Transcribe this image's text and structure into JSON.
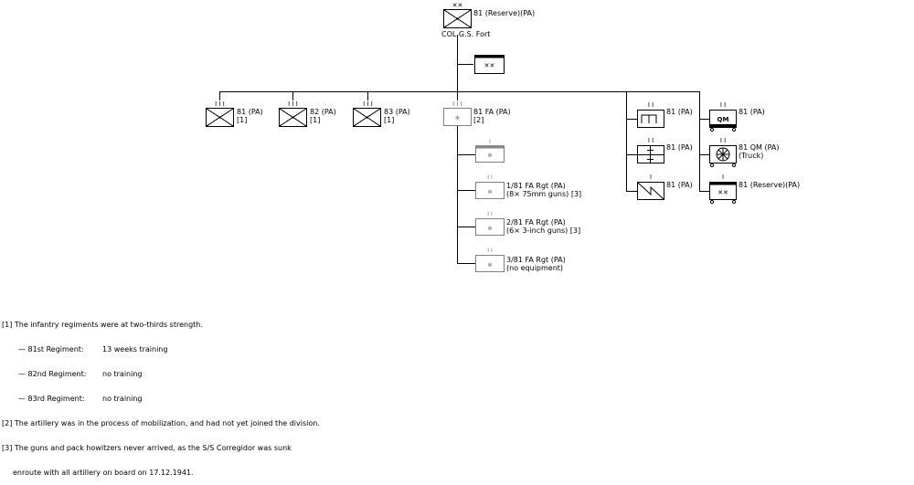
{
  "hq": {
    "label": "81 (Reserve)(PA)",
    "commander": "COL G.S. Fort"
  },
  "regiments": [
    {
      "label": "81 (PA)",
      "note": "[1]"
    },
    {
      "label": "82 (PA)",
      "note": "[1]"
    },
    {
      "label": "83 (PA)",
      "note": "[1]"
    }
  ],
  "artillery": {
    "label": "81 FA (PA)",
    "note": "[2]",
    "battalions": [
      {
        "label": "1/81 FA Rgt (PA)",
        "detail": "(8× 75mm guns) [3]"
      },
      {
        "label": "2/81 FA Rgt (PA)",
        "detail": "(6× 3-inch guns) [3]"
      },
      {
        "label": "3/81 FA Rgt (PA)",
        "detail": "(no equipment)"
      }
    ]
  },
  "support_left": [
    {
      "label": "81 (PA)",
      "icon": "engineer-icon"
    },
    {
      "label": "81 (PA)",
      "icon": "medical-icon"
    },
    {
      "label": "81 (PA)",
      "icon": "signal-icon"
    }
  ],
  "support_right": [
    {
      "label": "81 (PA)",
      "icon": "quartermaster-icon",
      "symbol_text": "QM"
    },
    {
      "label": "81 QM (PA)",
      "detail": "(Truck)",
      "icon": "motor-transport-icon"
    },
    {
      "label": "81 (Reserve)(PA)",
      "icon": "hq-company-icon"
    }
  ],
  "notes": {
    "n1": "[1] The infantry regiments were at two-thirds strength.",
    "n1a_name": "— 81st Regiment:",
    "n1a_val": "13 weeks training",
    "n1b_name": "— 82nd Regiment:",
    "n1b_val": "no training",
    "n1c_name": "— 83rd Regiment:",
    "n1c_val": "no training",
    "n2": "[2] The artillery was in the process of mobilization, and had not yet joined the division.",
    "n3a": "[3] The guns and pack howitzers never arrived, as the S/S Corregidor was sunk",
    "n3b": "enroute with all artillery on board on 17.12.1941."
  }
}
